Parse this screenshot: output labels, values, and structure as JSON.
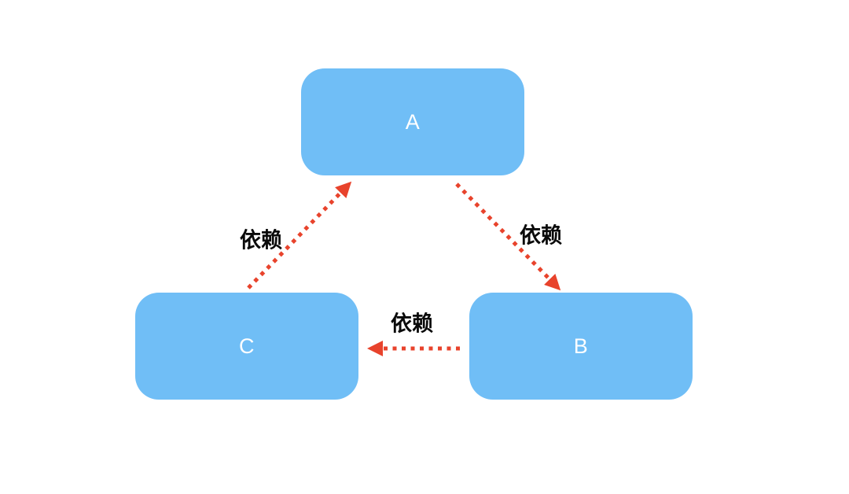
{
  "diagram": {
    "type": "dependency-cycle",
    "nodes": [
      {
        "id": "A",
        "label": "A"
      },
      {
        "id": "B",
        "label": "B"
      },
      {
        "id": "C",
        "label": "C"
      }
    ],
    "edges": [
      {
        "from": "C",
        "to": "A",
        "label": "依赖"
      },
      {
        "from": "A",
        "to": "B",
        "label": "依赖"
      },
      {
        "from": "B",
        "to": "C",
        "label": "依赖"
      }
    ],
    "colors": {
      "node_fill": "#70BEF6",
      "node_text": "#FFFFFF",
      "arrow": "#E8432C",
      "edge_label_text": "#0A0A0A",
      "background": "#FFFFFF"
    }
  }
}
